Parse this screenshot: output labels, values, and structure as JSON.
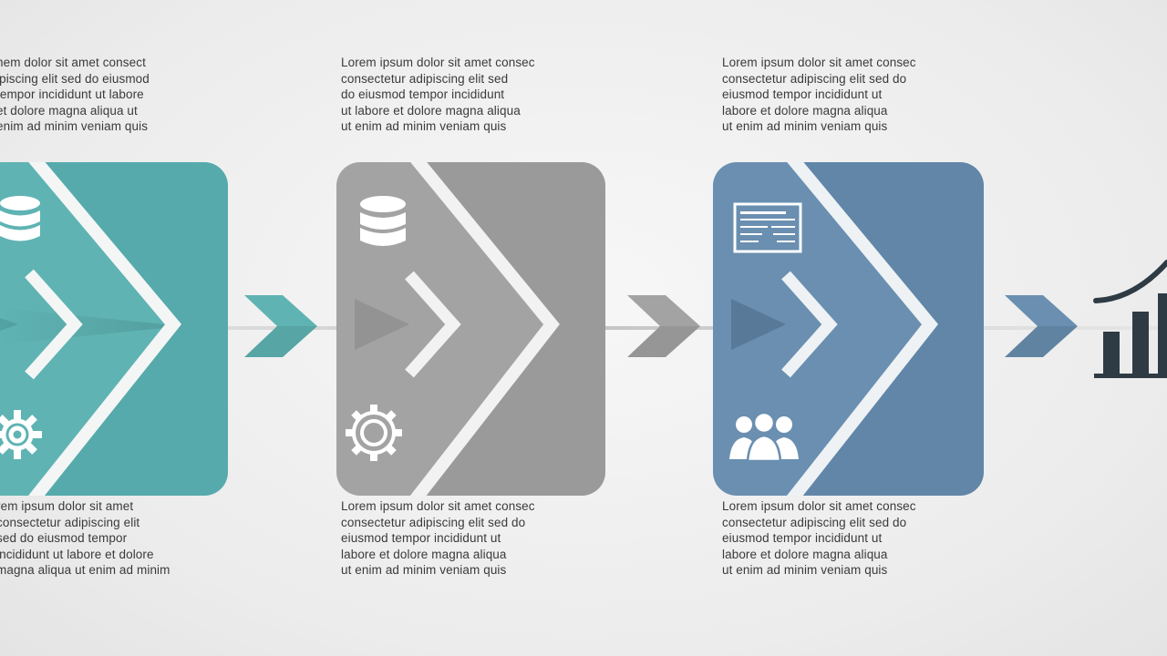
{
  "steps": [
    {
      "color": "#5fb3b3",
      "top_text": [
        "nem dolor sit amet consect",
        "ipiscing elit sed do eiusmod",
        "tempor incididunt ut labore",
        "et dolore magna aliqua ut",
        "enim ad minim veniam quis"
      ],
      "bottom_text": [
        "rem ipsum dolor sit amet",
        "consectetur adipiscing elit",
        "sed do eiusmod tempor",
        "incididunt ut labore et dolore",
        "magna aliqua ut enim ad minim"
      ],
      "icons": [
        "database-icon",
        "gear-icon"
      ]
    },
    {
      "color": "#a3a3a3",
      "top_text": [
        "Lorem ipsum dolor sit amet consec",
        "consectetur adipiscing elit sed",
        "do eiusmod tempor incididunt",
        "ut labore et dolore magna aliqua",
        "ut enim ad minim veniam quis"
      ],
      "bottom_text": [
        "Lorem ipsum dolor sit amet consec",
        "consectetur adipiscing elit sed do",
        "eiusmod tempor incididunt ut",
        "labore et dolore magna aliqua",
        "ut enim ad minim veniam quis"
      ],
      "icons": [
        "database-icon",
        "gear-icon"
      ]
    },
    {
      "color": "#6a8fb0",
      "top_text": [
        "Lorem ipsum dolor sit amet consec",
        "consectetur adipiscing elit sed do",
        "eiusmod tempor incididunt ut",
        "labore et dolore magna aliqua",
        "ut enim ad minim veniam quis"
      ],
      "bottom_text": [
        "Lorem ipsum dolor sit amet consec",
        "consectetur adipiscing elit sed do",
        "eiusmod tempor incididunt ut",
        "labore et dolore magna aliqua",
        "ut enim ad minim veniam quis"
      ],
      "icons": [
        "presentation-board-icon",
        "team-users-icon"
      ]
    }
  ],
  "end_icon": "growth-chart-icon",
  "arrow_colors": [
    "#5fb3b3",
    "#a3a3a3",
    "#6a8fb0"
  ]
}
